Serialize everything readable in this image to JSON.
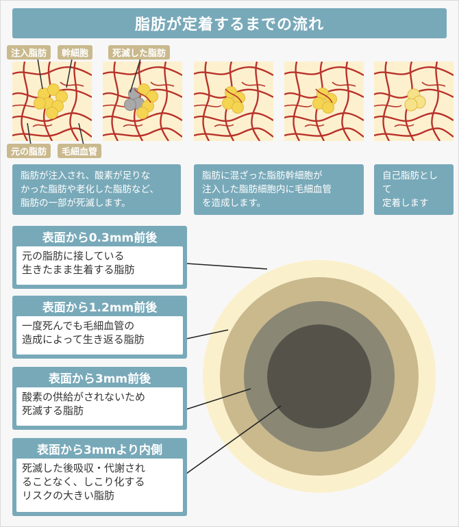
{
  "title": "脂肪が定着するまでの流れ",
  "tags": {
    "injected_fat": "注入脂肪",
    "stem_cell": "幹細胞",
    "dead_fat": "死滅した脂肪",
    "original_fat": "元の脂肪",
    "capillary": "毛細血管"
  },
  "descriptions": [
    "脂肪が注入され、酸素が足りな\nかった脂肪や老化した脂肪など、\n脂肪の一部が死滅します。",
    "脂肪に混ざった脂肪幹細胞が\n注入した脂肪細胞内に毛細血管\nを造成します。",
    "自己脂肪として\n定着します"
  ],
  "layers": [
    {
      "heading": "表面から0.3mm前後",
      "text": "元の脂肪に接している\n生きたまま生着する脂肪"
    },
    {
      "heading": "表面から1.2mm前後",
      "text": "一度死んでも毛細血管の\n造成によって生き返る脂肪"
    },
    {
      "heading": "表面から3mm前後",
      "text": "酸素の供給がされないため\n死滅する脂肪"
    },
    {
      "heading": "表面から3mmより内側",
      "text": "死滅した後吸収・代謝され\nることなく、しこり化する\nリスクの大きい脂肪"
    }
  ],
  "colors": {
    "accent": "#78a9b9",
    "tag": "#c9b98d",
    "vessel": "#b8322a",
    "fat_cell": "#f4d450",
    "dead_cell": "#a9a9a9",
    "tissue": "#fdf0cf",
    "ring_outer": "#fbf0cc",
    "ring_2": "#c9b98d",
    "ring_3": "#8a8775",
    "ring_core": "#55524a"
  }
}
